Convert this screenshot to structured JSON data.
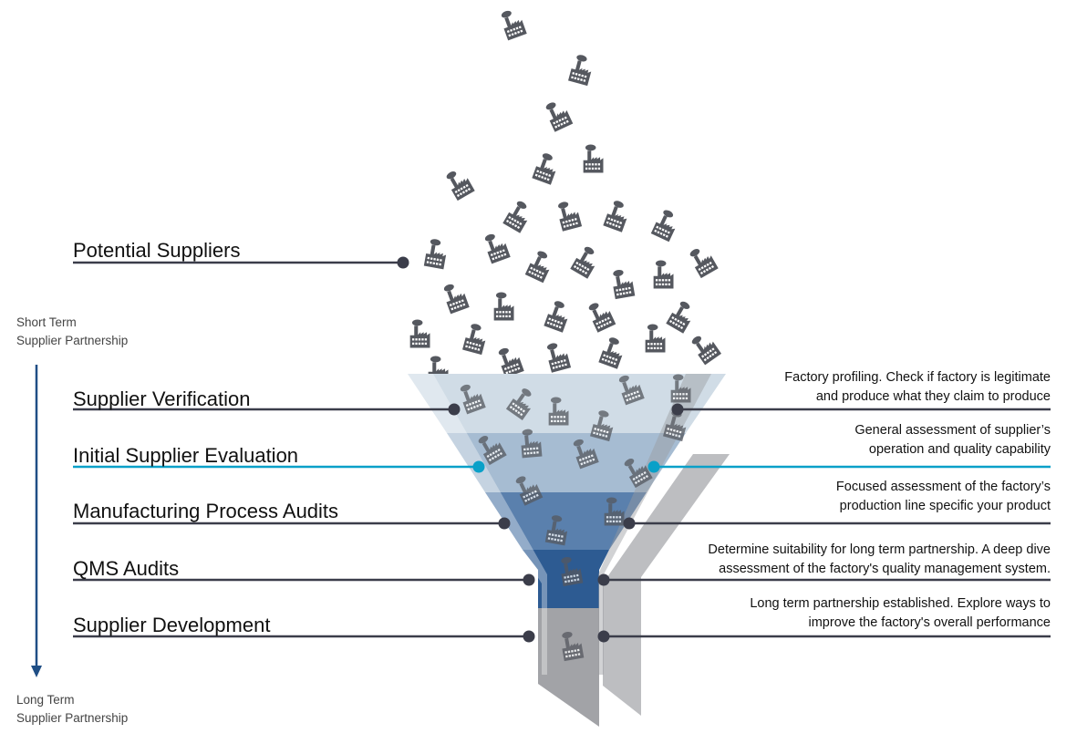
{
  "title_top": "Potential Suppliers",
  "timeline": {
    "start_line1": "Short Term",
    "start_line2": "Supplier Partnership",
    "end_line1": "Long Term",
    "end_line2": "Supplier Partnership",
    "arrow_color": "#1f4e85"
  },
  "stages": [
    {
      "label": "Supplier Verification",
      "desc1": "Factory profiling. Check if factory is legitimate",
      "desc2": "and produce what they claim to produce"
    },
    {
      "label": "Initial Supplier Evaluation",
      "desc1": "General assessment of supplier’s",
      "desc2": "operation and quality capability",
      "highlight": "#0aa0c8"
    },
    {
      "label": "Manufacturing Process Audits",
      "desc1": "Focused assessment of the factory’s",
      "desc2": "production line specific your product"
    },
    {
      "label": "QMS Audits",
      "desc1": "Determine suitability for long term partnership. A deep dive",
      "desc2": "assessment of the factory's quality management system."
    },
    {
      "label": "Supplier Development",
      "desc1": "Long term partnership established. Explore ways to",
      "desc2": "improve the factory's overall performance"
    }
  ],
  "colors": {
    "line": "#3b3d4a",
    "band1": "#d0dce6",
    "band2": "#a6bcd2",
    "band3": "#5a80ad",
    "band4": "#2d5b92",
    "neck": "#a2a3a7",
    "strip": "#bdbec1",
    "factory": "#55585f"
  }
}
